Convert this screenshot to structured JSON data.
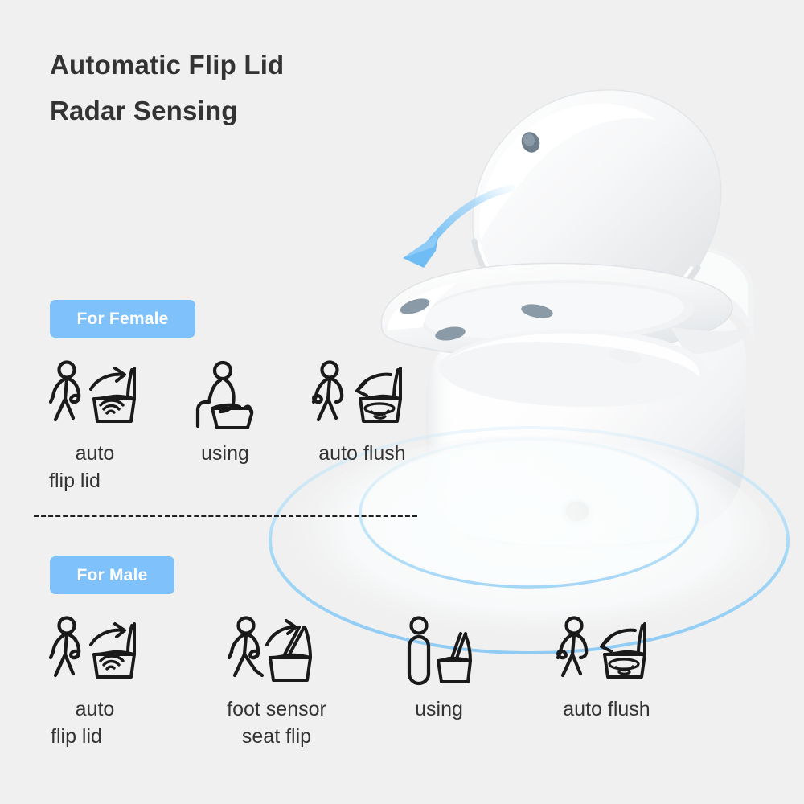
{
  "background_color": "#f0f0f0",
  "accent_color": "#7fc1fb",
  "text_color": "#333333",
  "title": {
    "line1": "Automatic Flip Lid",
    "line2": "Radar Sensing"
  },
  "sections": [
    {
      "badge": "For Female",
      "features": [
        {
          "icon": "walking-person-toilet-open-lid-radar-icon",
          "caption_line1": "auto",
          "caption_line2": "flip lid"
        },
        {
          "icon": "person-sitting-on-toilet-icon",
          "caption_line1": "using",
          "caption_line2": ""
        },
        {
          "icon": "walking-person-toilet-flush-swirl-icon",
          "caption_line1": "auto flush",
          "caption_line2": ""
        }
      ]
    },
    {
      "badge": "For Male",
      "features": [
        {
          "icon": "walking-person-toilet-open-lid-radar-icon",
          "caption_line1": "auto",
          "caption_line2": "flip lid"
        },
        {
          "icon": "person-foot-kick-toilet-seat-flip-icon",
          "caption_line1": "foot sensor",
          "caption_line2": "seat flip"
        },
        {
          "icon": "person-standing-toilet-seat-up-icon",
          "caption_line1": "using",
          "caption_line2": ""
        },
        {
          "icon": "walking-person-toilet-flush-swirl-icon",
          "caption_line1": "auto flush",
          "caption_line2": ""
        }
      ]
    }
  ],
  "product": {
    "name": "smart-toilet-open-lid",
    "lid_state": "open",
    "seat_state": "raised",
    "foot_sensor": "black-round-sensor",
    "bumper_color": "#8a9aa6",
    "ceramic_color": "#ffffff",
    "panel_color": "#050505"
  },
  "decorations": {
    "lid_arrow": {
      "name": "curved-down-left-arrow",
      "color": "#7fc4f5"
    },
    "radar_rings": {
      "name": "radar-wave-rings",
      "color": "#9fd8f7",
      "count": 2
    },
    "divider": {
      "name": "dashed-divider",
      "color": "#1f1f1f",
      "style": "dashed"
    }
  }
}
